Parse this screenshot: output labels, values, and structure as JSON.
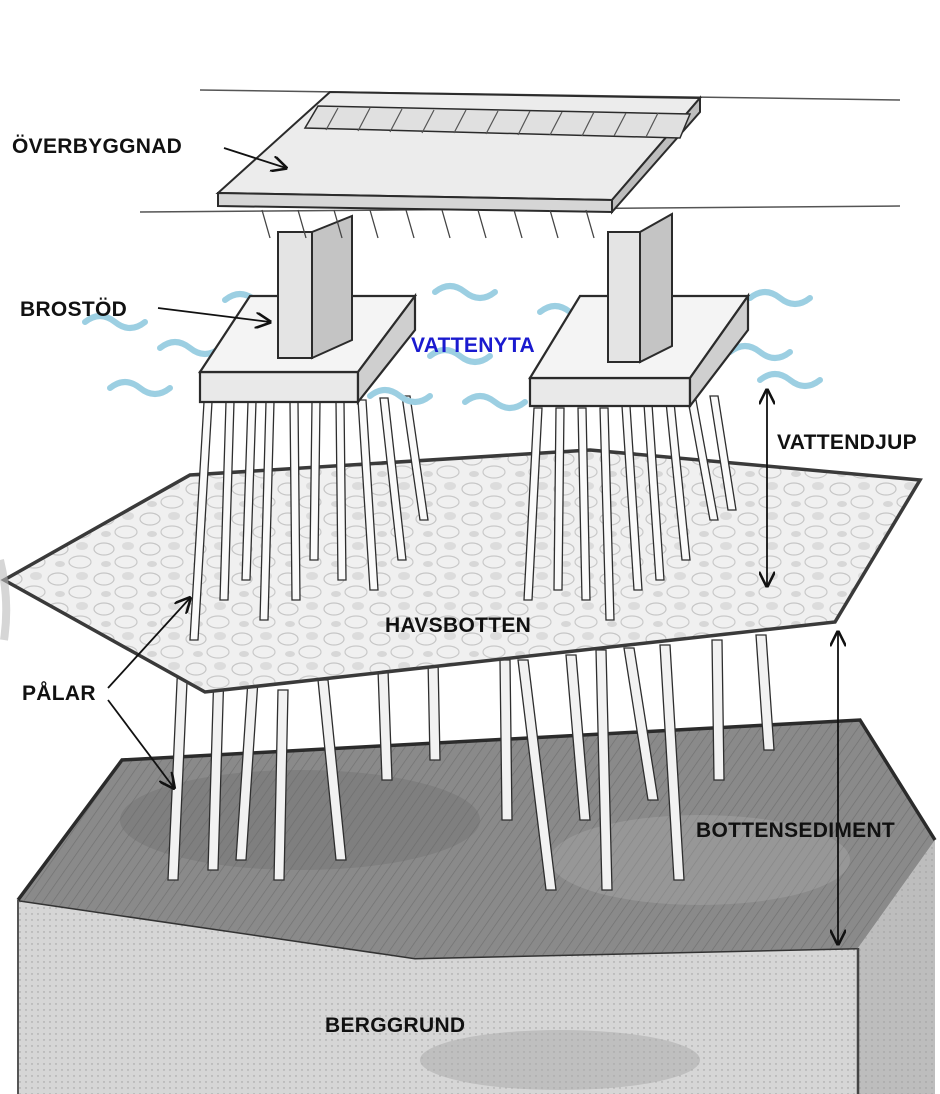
{
  "colors": {
    "water_wave": "#9ccfe2",
    "water_label": "#1a1acf",
    "label_text": "#111111",
    "seabed": "#ededed",
    "sediment": "#7d7d7d",
    "bedrock": "#d4d4d4",
    "deck": "#e8e8e8",
    "ink": "#2b2b2b"
  },
  "labels": {
    "superstructure": "ÖVERBYGGNAD",
    "pier": "BROSTÖD",
    "water_surface": "VATTENYTA",
    "water_depth": "VATTENDJUP",
    "seabed": "HAVSBOTTEN",
    "piles": "PÅLAR",
    "sediment": "BOTTENSEDIMENT",
    "bedrock": "BERGGRUND"
  }
}
